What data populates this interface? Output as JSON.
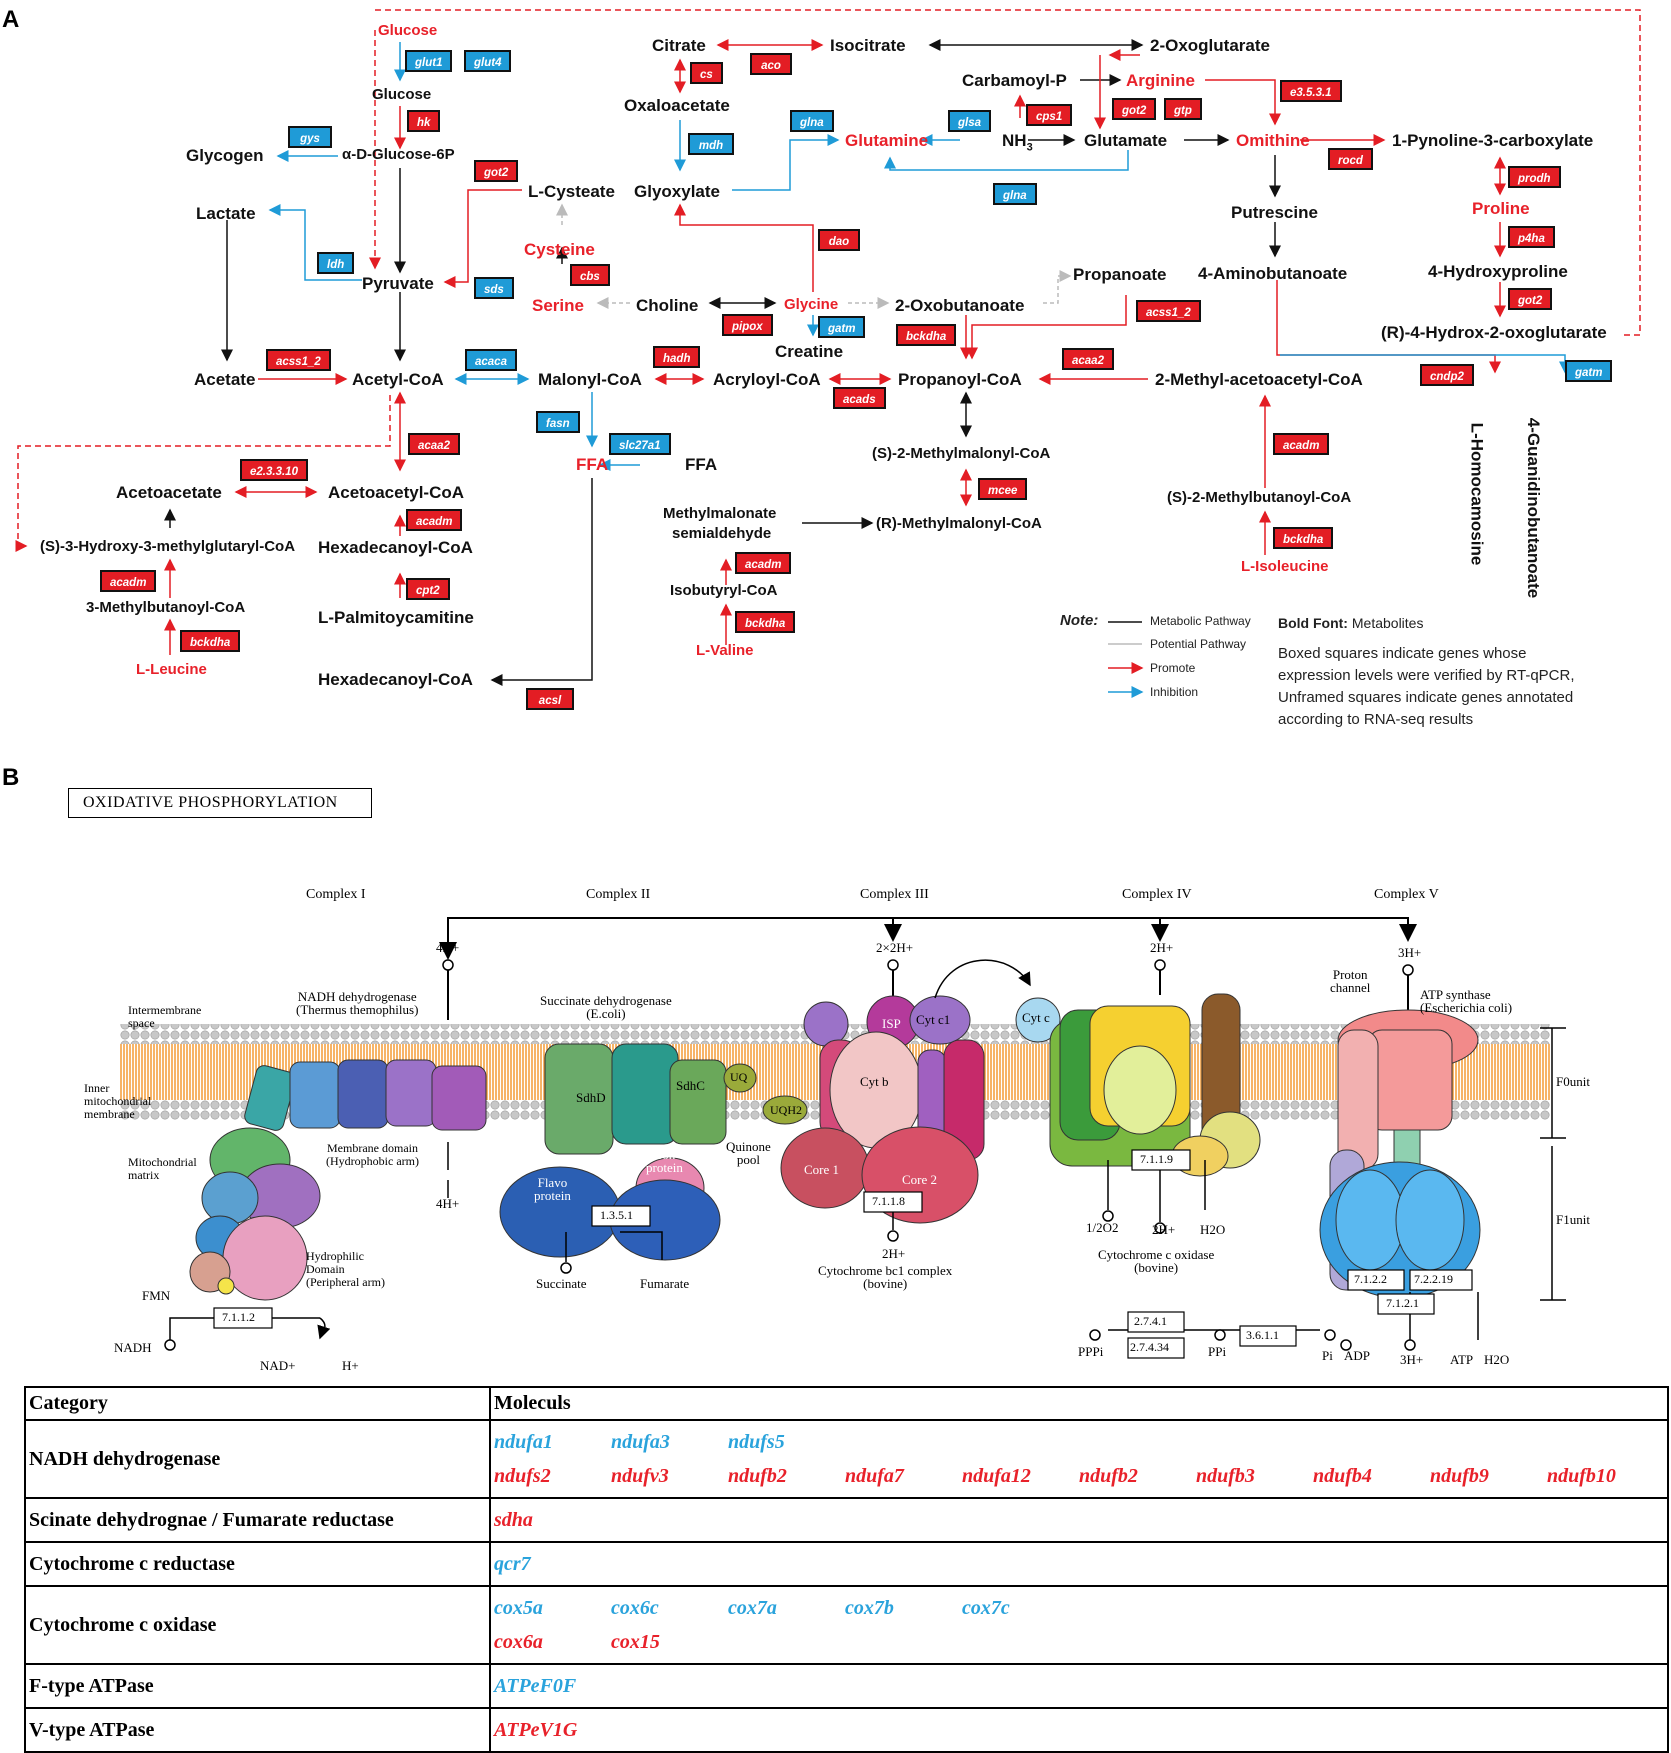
{
  "panels": {
    "a": "A",
    "b": "B"
  },
  "metabolites": {
    "glucose_red": "Glucose",
    "glucose": "Glucose",
    "glycogen": "Glycogen",
    "g6p": "α-D-Glucose-6P",
    "lactate": "Lactate",
    "pyruvate": "Pyruvate",
    "acetate": "Acetate",
    "acetyl_coa": "Acetyl-CoA",
    "malonyl_coa": "Malonyl-CoA",
    "acryloyl_coa": "Acryloyl-CoA",
    "propanoyl_coa": "Propanoyl-CoA",
    "methylacetoacetyl": "2-Methyl-acetoacetyl-CoA",
    "citrate": "Citrate",
    "isocitrate": "Isocitrate",
    "oxoglutarate": "2-Oxoglutarate",
    "oxaloacetate": "Oxaloacetate",
    "glyoxylate": "Glyoxylate",
    "lcysteate": "L-Cysteate",
    "cysteine": "Cysteine",
    "serine": "Serine",
    "choline": "Choline",
    "glycine": "Glycine",
    "creatine": "Creatine",
    "oxobutanoate": "2-Oxobutanoate",
    "propanoate": "Propanoate",
    "carbamoyl": "Carbamoyl-P",
    "arginine": "Arginine",
    "glutamine": "Glutamine",
    "nh3": "NH",
    "nh3_sub": "3",
    "glutamate": "Glutamate",
    "ornithine": "Omithine",
    "pyrroline": "1-Pynoline-3-carboxylate",
    "putrescine": "Putrescine",
    "aminobutanoate": "4-Aminobutanoate",
    "proline": "Proline",
    "hydroxyproline": "4-Hydroxyproline",
    "hydroxoxoglut": "(R)-4-Hydrox-2-oxoglutarate",
    "homocarnosine": "L-Homocamosine",
    "guanidinobutanoate": "4-Guanidinobutanoate",
    "ffa_red": "FFA",
    "ffa": "FFA",
    "acetoacetate": "Acetoacetate",
    "acetoacetyl": "Acetoacetyl-CoA",
    "hmg": "(S)-3-Hydroxy-3-methylglutaryl-CoA",
    "hexadecanoyl1": "Hexadecanoyl-CoA",
    "methylbutanoyl": "3-Methylbutanoyl-CoA",
    "leucine": "L-Leucine",
    "palmitoyl": "L-Palmitoycamitine",
    "hexadecanoyl2": "Hexadecanoyl-CoA",
    "smethylmalonyl": "(S)-2-Methylmalonyl-CoA",
    "rmethylmalonyl": "(R)-Methylmalonyl-CoA",
    "msa1": "Methylmalonate",
    "msa2": "semialdehyde",
    "isobutyryl": "Isobutyryl-CoA",
    "valine": "L-Valine",
    "smethylbutanoyl": "(S)-2-Methylbutanoyl-CoA",
    "isoleucine": "L-Isoleucine"
  },
  "genes": {
    "glut1": "glut1",
    "glut4": "glut4",
    "hk": "hk",
    "gys": "gys",
    "got2_a": "got2",
    "ldh": "ldh",
    "sds": "sds",
    "cbs": "cbs",
    "cs": "cs",
    "aco": "aco",
    "mdh": "mdh",
    "glna_a": "glna",
    "glsa": "glsa",
    "cps1": "cps1",
    "got2_b": "got2",
    "gtp": "gtp",
    "e3531": "e3.5.3.1",
    "rocd": "rocd",
    "glna_b": "glna",
    "dao": "dao",
    "prodh": "prodh",
    "p4ha": "p4ha",
    "got2_c": "got2",
    "pipox": "pipox",
    "gatm_a": "gatm",
    "bckdha_a": "bckdha",
    "acss1_2_a": "acss1_2",
    "acss1_2_b": "acss1_2",
    "acaca": "acaca",
    "hadh": "hadh",
    "acads": "acads",
    "acaa2_a": "acaa2",
    "cndp2": "cndp2",
    "gatm_b": "gatm",
    "fasn": "fasn",
    "slc27a1": "slc27a1",
    "acaa2_b": "acaa2",
    "e23310": "e2.3.3.10",
    "acadm_a": "acadm",
    "mcee": "mcee",
    "acadm_b": "acadm",
    "acadm_c": "acadm",
    "cpt2": "cpt2",
    "bckdha_b": "bckdha",
    "acadm_d": "acadm",
    "bckdha_c": "bckdha",
    "acsl": "acsl",
    "bckdha_d": "bckdha"
  },
  "note": {
    "label": "Note:",
    "metabolic": "Metabolic Pathway",
    "potential": "Potential Pathway",
    "promote": "Promote",
    "inhibition": "Inhibition",
    "bold_font_label": "Bold Font:",
    "bold_font_text": "Metabolites",
    "boxed1": "Boxed squares indicate genes whose",
    "boxed2": "expression levels were verified by RT-qPCR,",
    "boxed3": "Unframed squares indicate genes annotated",
    "boxed4": "according to RNA-seq results"
  },
  "oxphos": {
    "title": "OXIDATIVE PHOSPHORYLATION",
    "complex1": "Complex I",
    "complex2": "Complex II",
    "complex3": "Complex III",
    "complex4": "Complex IV",
    "complex5": "Complex V",
    "h4a": "4H+",
    "h2x2": "2×2H+",
    "h2a": "2H+",
    "h3a": "3H+",
    "intermembrane1": "Intermembrane",
    "intermembrane2": "space",
    "inner1": "Inner",
    "inner2": "mitochondrial",
    "inner3": "membrane",
    "matrix1": "Mitochondrial",
    "matrix2": "matrix",
    "nadh_dh1": "NADH dehydrogenase",
    "nadh_dh2": "(Thermus themophilus)",
    "membrane_domain1": "Membrane domain",
    "membrane_domain2": "(Hydrophobic arm)",
    "hydrophilic1": "Hydrophilic",
    "hydrophilic2": "Domain",
    "hydrophilic3": "(Peripheral arm)",
    "fmn": "FMN",
    "ec7112": "7.1.1.2",
    "nadh": "NADH",
    "nadplus": "NAD+",
    "hplus": "H+",
    "h4b": "4H+",
    "sdh1": "Succinate dehydrogenase",
    "sdh2": "(E.coli)",
    "sdhd": "SdhD",
    "sdhc": "SdhC",
    "flavo1": "Flavo",
    "flavo2": "protein",
    "iron1": "Iron",
    "iron2": "protein",
    "ec1351": "1.3.5.1",
    "succinate": "Succinate",
    "fumarate": "Fumarate",
    "uq": "UQ",
    "uqh2": "UQH2",
    "quinone1": "Quinone",
    "quinone2": "pool",
    "isp": "ISP",
    "cytc1": "Cyt c1",
    "cytb": "Cyt b",
    "core1": "Core 1",
    "core2": "Core 2",
    "ec7118": "7.1.1.8",
    "h2b": "2H+",
    "bc1a": "Cytochrome bc1 complex",
    "bc1b": "(bovine)",
    "cytc": "Cyt c",
    "ec7119": "7.1.1.9",
    "o2": "1/2O2",
    "h2c": "2H+",
    "h2o_a": "H2O",
    "cox1": "Cytochrome c oxidase",
    "cox2": "(bovine)",
    "proton1": "Proton",
    "proton2": "channel",
    "atps1": "ATP synthase",
    "atps2": "(Escherichia coli)",
    "fo": "F0unit",
    "f1": "F1unit",
    "ec7122": "7.1.2.2",
    "ec72219": "7.2.2.19",
    "ec7121": "7.1.2.1",
    "h3b": "3H+",
    "atp": "ATP",
    "h2o_b": "H2O",
    "ec2741": "2.7.4.1",
    "ec27434": "2.7.4.34",
    "ec3611": "3.6.1.1",
    "pppi": "PPPi",
    "ppi": "PPi",
    "pi": "Pi",
    "adp": "ADP"
  },
  "table": {
    "header_category": "Category",
    "header_molecules": "Moleculs",
    "rows": [
      {
        "category": "NADH dehydrogenase",
        "lines": [
          [
            {
              "name": "ndufa1",
              "color": "blue"
            },
            {
              "name": "ndufa3",
              "color": "blue"
            },
            {
              "name": "ndufs5",
              "color": "blue"
            }
          ],
          [
            {
              "name": "ndufs2",
              "color": "red"
            },
            {
              "name": "ndufv3",
              "color": "red"
            },
            {
              "name": "ndufb2",
              "color": "red"
            },
            {
              "name": "ndufa7",
              "color": "red"
            },
            {
              "name": "ndufa12",
              "color": "red"
            },
            {
              "name": "ndufb2",
              "color": "red"
            },
            {
              "name": "ndufb3",
              "color": "red"
            },
            {
              "name": "ndufb4",
              "color": "red"
            },
            {
              "name": "ndufb9",
              "color": "red"
            },
            {
              "name": "ndufb10",
              "color": "red"
            }
          ]
        ]
      },
      {
        "category": "Scinate dehydrognae / Fumarate reductase",
        "lines": [
          [
            {
              "name": "sdha",
              "color": "red"
            }
          ]
        ]
      },
      {
        "category": "Cytochrome c reductase",
        "lines": [
          [
            {
              "name": "qcr7",
              "color": "blue"
            }
          ]
        ]
      },
      {
        "category": "Cytochrome c oxidase",
        "lines": [
          [
            {
              "name": "cox5a",
              "color": "blue"
            },
            {
              "name": "cox6c",
              "color": "blue"
            },
            {
              "name": "cox7a",
              "color": "blue"
            },
            {
              "name": "cox7b",
              "color": "blue"
            },
            {
              "name": "cox7c",
              "color": "blue"
            }
          ],
          [
            {
              "name": "cox6a",
              "color": "red"
            },
            {
              "name": "cox15",
              "color": "red"
            }
          ]
        ]
      },
      {
        "category": "F-type ATPase",
        "lines": [
          [
            {
              "name": "ATPeF0F",
              "color": "blue"
            }
          ]
        ]
      },
      {
        "category": "V-type ATPase",
        "lines": [
          [
            {
              "name": "ATPeV1G",
              "color": "red"
            }
          ]
        ]
      }
    ]
  },
  "colors": {
    "promote": "#e31d24",
    "inhibit": "#1f9bd7",
    "metabolic": "#111111",
    "potential": "#bbbbbb"
  }
}
